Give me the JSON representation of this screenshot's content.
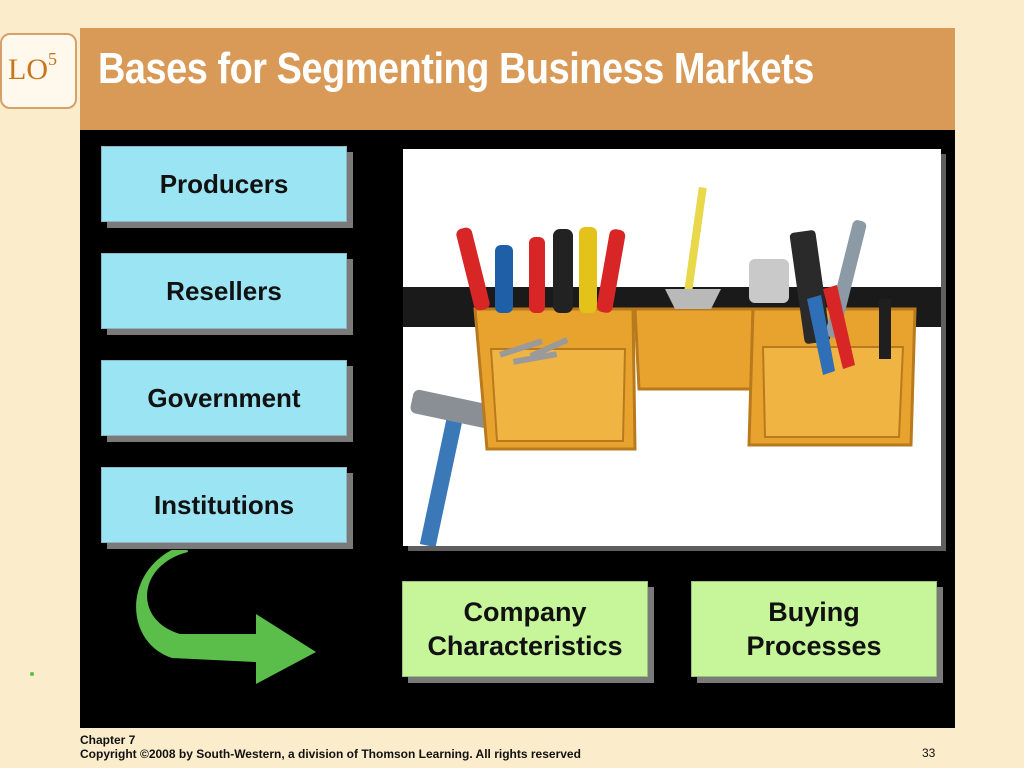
{
  "slide": {
    "title": "Bases for Segmenting Business Markets",
    "lo_badge": {
      "label": "LO",
      "number": "5"
    }
  },
  "bases": [
    {
      "label": "Producers"
    },
    {
      "label": "Resellers"
    },
    {
      "label": "Government"
    },
    {
      "label": "Institutions"
    }
  ],
  "segmentation_boxes": [
    {
      "line1": "Company",
      "line2": "Characteristics"
    },
    {
      "line1": "Buying",
      "line2": "Processes"
    }
  ],
  "photo": {
    "subject": "tool-belt-icon"
  },
  "colors": {
    "title_bar": "#d99a58",
    "background": "#fbeccb",
    "stage": "#000000",
    "blue_box": "#9be4f4",
    "green_box": "#c6f59a",
    "arrow": "#5bbd4a",
    "badge_text": "#c8761d"
  },
  "footer": {
    "chapter": "Chapter 7",
    "copyright": "Copyright ©2008 by South-Western, a division of Thomson Learning.  All rights reserved",
    "page_number": "33"
  }
}
